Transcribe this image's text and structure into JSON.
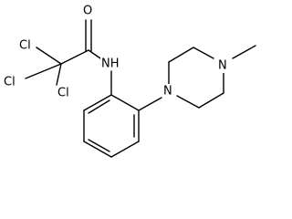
{
  "molecule": {
    "atoms": {
      "oxygen": "O",
      "nh": "NH",
      "cl_top": "Cl",
      "cl_left": "Cl",
      "cl_bottom": "Cl",
      "n_piperazine_aryl": "N",
      "n_piperazine_methyl": "N"
    }
  }
}
